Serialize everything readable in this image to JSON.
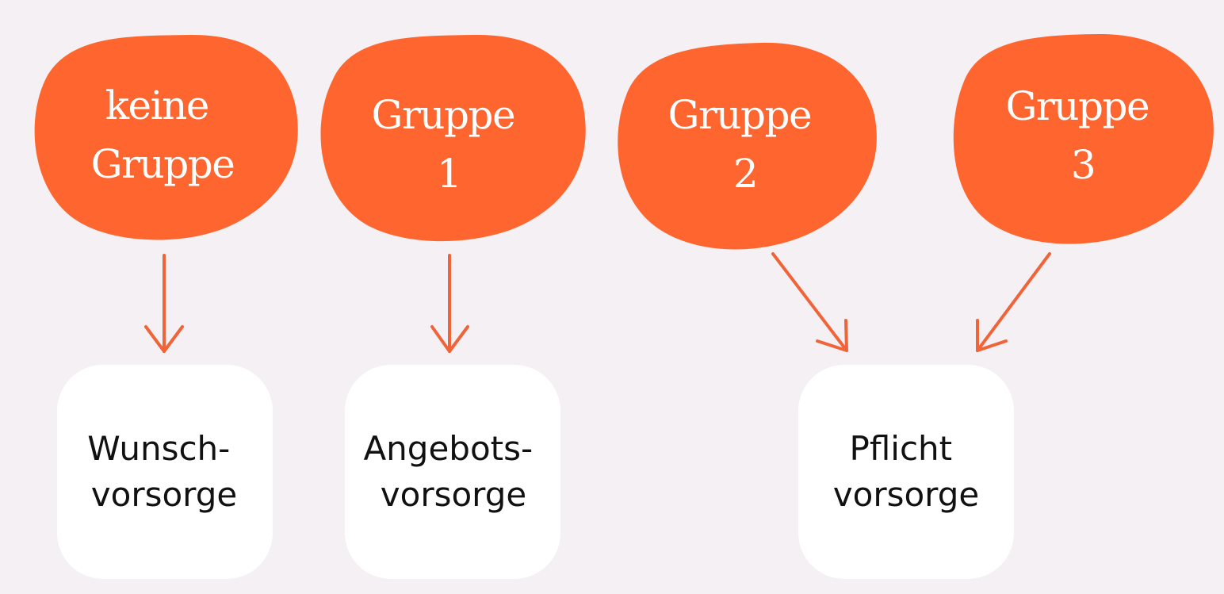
{
  "colors": {
    "background": "#f5f0f3",
    "blob": "#ff652e",
    "arrow": "#f0643a",
    "box": "#ffffff",
    "box_text": "#111111",
    "blob_text": "#ffffff"
  },
  "groups": [
    {
      "id": "keine-gruppe",
      "lines": [
        "keine",
        "Gruppe"
      ]
    },
    {
      "id": "gruppe-1",
      "lines": [
        "Gruppe",
        "1"
      ]
    },
    {
      "id": "gruppe-2",
      "lines": [
        "Gruppe",
        "2"
      ]
    },
    {
      "id": "gruppe-3",
      "lines": [
        "Gruppe",
        "3"
      ]
    }
  ],
  "outcomes": [
    {
      "id": "wunschvorsorge",
      "lines": [
        "Wunsch-",
        "vorsorge"
      ]
    },
    {
      "id": "angebotsvorsorge",
      "lines": [
        "Angebots-",
        "vorsorge"
      ]
    },
    {
      "id": "pflichtvorsorge",
      "lines": [
        "Pflicht",
        "vorsorge"
      ]
    }
  ],
  "edges": [
    {
      "from": "keine-gruppe",
      "to": "wunschvorsorge"
    },
    {
      "from": "gruppe-1",
      "to": "angebotsvorsorge"
    },
    {
      "from": "gruppe-2",
      "to": "pflichtvorsorge"
    },
    {
      "from": "gruppe-3",
      "to": "pflichtvorsorge"
    }
  ]
}
